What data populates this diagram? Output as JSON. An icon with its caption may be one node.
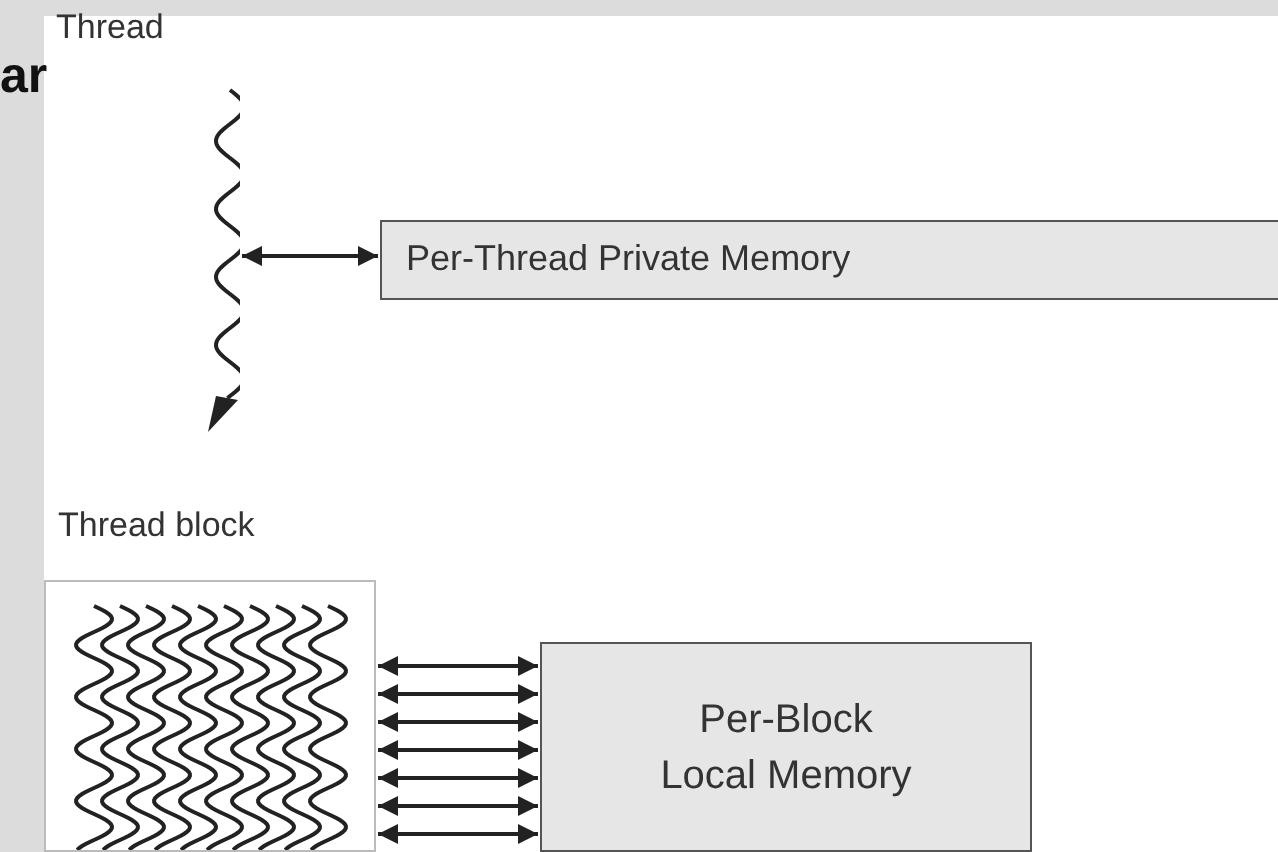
{
  "diagram": {
    "nodes": [
      {
        "text": [
          "Thread"
        ]
      },
      {
        "text": [
          "Per-Thread Private Memory"
        ]
      },
      {
        "text": [
          "Thread block"
        ]
      },
      {
        "text": [
          "Per-Block Local Memory"
        ]
      }
    ],
    "edges": [
      {
        "from": 0,
        "to": 1,
        "arrow": "both"
      },
      {
        "from": 2,
        "to": 3,
        "arrow": "both"
      },
      {
        "from": 2,
        "to": 3,
        "arrow": "both"
      },
      {
        "from": 2,
        "to": 3,
        "arrow": "both"
      },
      {
        "from": 2,
        "to": 3,
        "arrow": "both"
      },
      {
        "from": 2,
        "to": 3,
        "arrow": "both"
      },
      {
        "from": 2,
        "to": 3,
        "arrow": "both"
      },
      {
        "from": 2,
        "to": 3,
        "arrow": "both"
      }
    ],
    "labels": [
      "ar"
    ]
  }
}
